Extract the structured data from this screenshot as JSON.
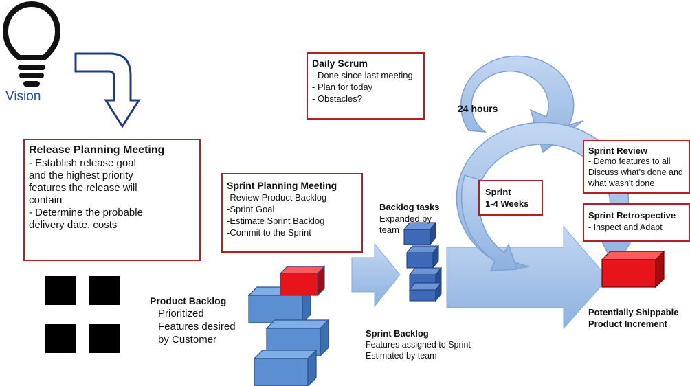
{
  "vision_label": "Vision",
  "release_planning": {
    "title": "Release Planning Meeting",
    "lines": [
      "- Establish release goal",
      "and the highest priority",
      "features the release will",
      "contain",
      "- Determine the probable",
      "delivery date, costs"
    ]
  },
  "daily_scrum": {
    "title": "Daily Scrum",
    "lines": [
      "- Done since last meeting",
      "- Plan for today",
      "- Obstacles?"
    ]
  },
  "cycle_label": "24 hours",
  "sprint_planning": {
    "title": "Sprint Planning Meeting",
    "lines": [
      "-Review Product Backlog",
      "-Sprint Goal",
      "-Estimate Sprint Backlog",
      "-Commit to the Sprint"
    ]
  },
  "sprint_box": {
    "line1": "Sprint",
    "line2": "1-4 Weeks"
  },
  "backlog_tasks": {
    "title": "Backlog tasks",
    "lines": [
      "Expanded by",
      "team"
    ]
  },
  "sprint_review": {
    "title": "Sprint Review",
    "lines": [
      "- Demo features to all",
      "Discuss what's done and",
      "what wasn't done"
    ]
  },
  "sprint_retro": {
    "title": "Sprint Retrospective",
    "lines": [
      "- Inspect and Adapt"
    ]
  },
  "product_backlog": {
    "title": "Product Backlog",
    "lines": [
      "Prioritized",
      "Features desired",
      "by Customer"
    ]
  },
  "sprint_backlog": {
    "title": "Sprint Backlog",
    "lines": [
      "Features assigned to Sprint",
      "Estimated by team"
    ]
  },
  "increment": {
    "line1": "Potentially Shippable",
    "line2": "Product Increment"
  },
  "colors": {
    "box_border": "#b51f24",
    "arrow_blue": "#9dbde6",
    "block_blue": "#5b8fd2",
    "red_block": "#e8141b"
  }
}
